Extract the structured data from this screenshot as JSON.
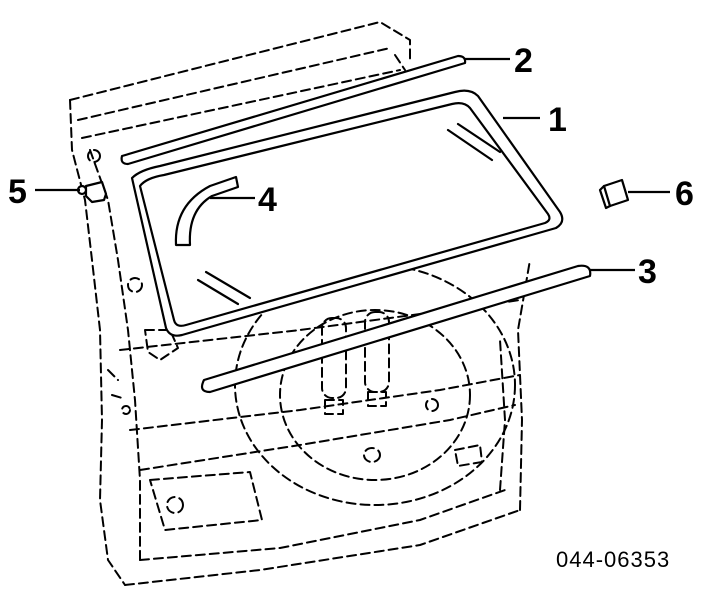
{
  "callouts": [
    {
      "id": "1",
      "label": "1"
    },
    {
      "id": "2",
      "label": "2"
    },
    {
      "id": "3",
      "label": "3"
    },
    {
      "id": "4",
      "label": "4"
    },
    {
      "id": "5",
      "label": "5"
    },
    {
      "id": "6",
      "label": "6"
    }
  ],
  "reference_code": "044-06353"
}
